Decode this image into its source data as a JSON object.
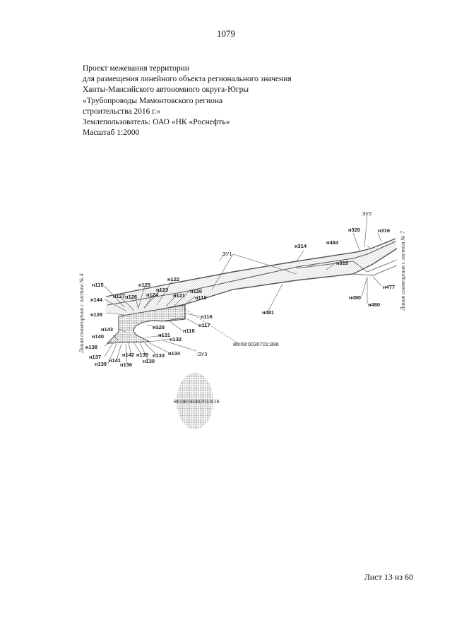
{
  "page_number": "1079",
  "header": {
    "lines": [
      "Проект межевания территории",
      "для размещения линейного объекта регионального значения",
      "Ханты-Мансийского автономного округа-Югры",
      "«Трубопроводы Мамонтовского региона",
      "строительства 2016 г.»",
      "Землепользователь: ОАО «НК «Роснефть»",
      "Масштаб 1:2000"
    ]
  },
  "map": {
    "parcels": {
      "zu1": ":ЗУ1",
      "zu2": ":ЗУ2",
      "zu3": ":ЗУ3"
    },
    "cadastral": [
      "86:08:0030701:896",
      "86:08:0030701:616"
    ],
    "match_lines": {
      "left": "Линия совмещения с листом № 4",
      "right": "Линия совмещения с листом № 7"
    },
    "points": [
      "н115",
      "н144",
      "н128",
      "н127",
      "н126",
      "н125",
      "н123",
      "н124",
      "н122",
      "н121",
      "н120",
      "н119",
      "н116",
      "н117",
      "н118",
      "н129",
      "н131",
      "н132",
      "н143",
      "н140",
      "н138",
      "н137",
      "н139",
      "н141",
      "н136",
      "н142",
      "н135",
      "н130",
      "н133",
      "н134",
      "н314",
      "н484",
      "н315",
      "н320",
      "н316",
      "н481",
      "н490",
      "н480",
      "н477"
    ]
  },
  "sheet": "Лист 13 из 60"
}
